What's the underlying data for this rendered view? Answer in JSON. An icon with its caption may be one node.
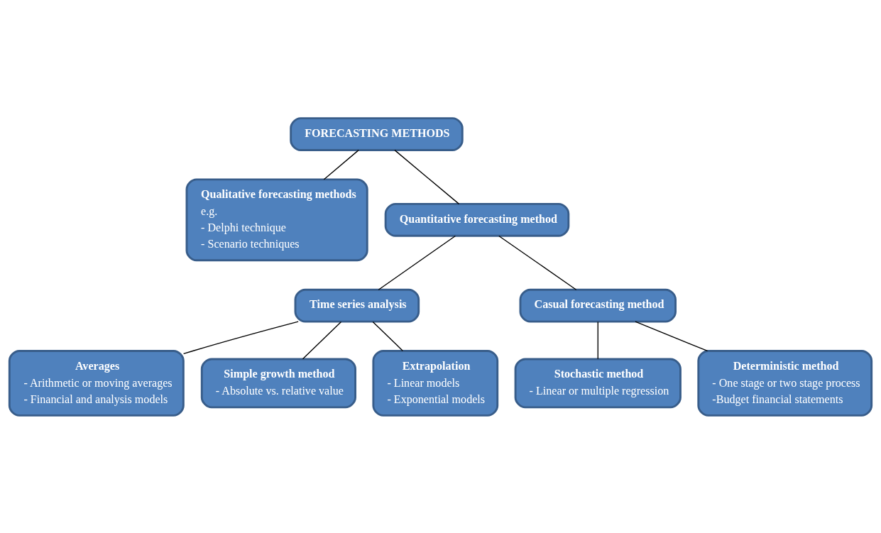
{
  "diagram": {
    "nodes": [
      {
        "text": [
          "FORECASTING METHODS"
        ]
      },
      {
        "text": [
          "Qualitative forecasting methods",
          "e.g.",
          "- Delphi technique",
          "- Scenario techniques"
        ]
      },
      {
        "text": [
          "Quantitative forecasting method"
        ]
      },
      {
        "text": [
          "Time series analysis"
        ]
      },
      {
        "text": [
          "Casual forecasting method"
        ]
      },
      {
        "text": [
          "Averages",
          "- Arithmetic or moving averages",
          "- Financial and analysis models"
        ]
      },
      {
        "text": [
          "Simple growth method",
          "- Absolute vs. relative value"
        ]
      },
      {
        "text": [
          "Extrapolation",
          "- Linear models",
          "- Exponential models"
        ]
      },
      {
        "text": [
          "Stochastic method",
          "- Linear or multiple regression"
        ]
      },
      {
        "text": [
          "Deterministic method",
          "- One stage or two stage process",
          "-Budget financial statements"
        ]
      }
    ],
    "edges": [
      {
        "from": 0,
        "to": 1,
        "arrow": "none"
      },
      {
        "from": 0,
        "to": 2,
        "arrow": "none"
      },
      {
        "from": 2,
        "to": 3,
        "arrow": "none"
      },
      {
        "from": 2,
        "to": 4,
        "arrow": "none"
      },
      {
        "from": 3,
        "to": 5,
        "arrow": "none"
      },
      {
        "from": 3,
        "to": 6,
        "arrow": "none"
      },
      {
        "from": 3,
        "to": 7,
        "arrow": "none"
      },
      {
        "from": 4,
        "to": 8,
        "arrow": "none"
      },
      {
        "from": 4,
        "to": 9,
        "arrow": "none"
      }
    ]
  }
}
